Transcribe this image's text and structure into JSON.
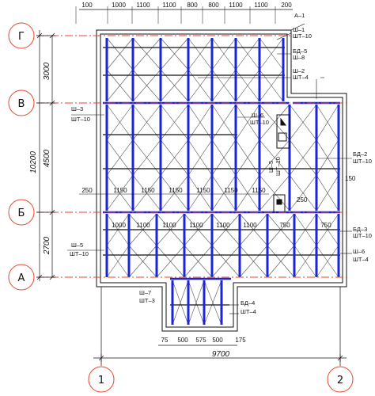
{
  "axes": {
    "rows": [
      "Г",
      "В",
      "Б",
      "А"
    ],
    "cols": [
      "1",
      "2"
    ]
  },
  "dims": {
    "top": [
      "100",
      "1000",
      "1100",
      "1100",
      "800",
      "800",
      "1100",
      "1100",
      "200"
    ],
    "left_overall": "10200",
    "left_parts": [
      "3000",
      "4500",
      "2700"
    ],
    "bottom_overall": "9700",
    "bottom_small": [
      "75",
      "500",
      "575",
      "500",
      "175"
    ],
    "mid_row1": [
      "250",
      "1150",
      "1150",
      "1150",
      "1150",
      "1150",
      "1150"
    ],
    "mid_row2": [
      "1000",
      "1100",
      "1100",
      "1100",
      "1100",
      "1100",
      "750",
      "750"
    ],
    "side_right": [
      "150",
      "250"
    ]
  },
  "marks": {
    "a1": "А–1",
    "sh1": "Ш–1",
    "sht10a": "ШТ–10",
    "bd5a": "БД–5",
    "sh8": "Ш–8",
    "sh2": "Ш–2",
    "sht4a": "ШТ–4",
    "sh3": "Ш–3",
    "sht10b": "ШТ–10",
    "sh6": "Ш–6",
    "sht10c": "ШТ–10",
    "bd2": "БД–2",
    "sht10d": "ШТ–10",
    "sh5b": "Ш–5",
    "sht10e": "ШТ–10",
    "bd3": "БД–3",
    "sht10f": "ШТ–10",
    "sh5": "Ш–5",
    "sht10g": "ШТ–10",
    "sh6b": "Ш–6",
    "sht4b": "ШТ–4",
    "sh7": "Ш–7",
    "sht3": "ШТ–3",
    "bd4": "БД–4",
    "sht4c": "ШТ–4"
  }
}
